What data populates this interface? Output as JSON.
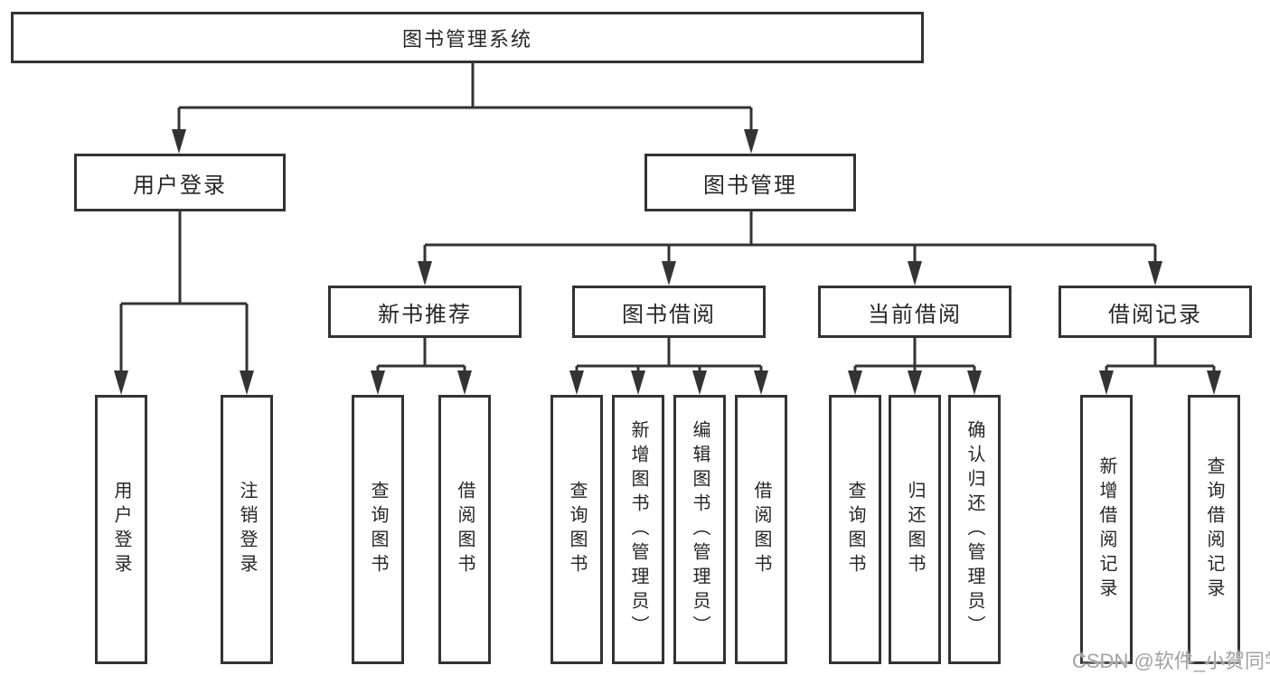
{
  "colors": {
    "line": "#333333",
    "border": "#333333",
    "text": "#262626",
    "background": "#ffffff",
    "watermark_text": "#a3a3a3"
  },
  "watermark": {
    "text": "CSDN @软件_小贺同学"
  },
  "tree": {
    "root": {
      "label": "图书管理系统"
    },
    "level2": [
      {
        "label": "用户登录"
      },
      {
        "label": "图书管理"
      }
    ],
    "level3": [
      {
        "label": "新书推荐"
      },
      {
        "label": "图书借阅"
      },
      {
        "label": "当前借阅"
      },
      {
        "label": "借阅记录"
      }
    ],
    "leaf_groups": [
      {
        "parent": "用户登录",
        "items": [
          "用户登录",
          "注销登录"
        ]
      },
      {
        "parent": "新书推荐",
        "items": [
          "查询图书",
          "借阅图书"
        ]
      },
      {
        "parent": "图书借阅",
        "items": [
          "查询图书",
          "新增图书（管理员）",
          "编辑图书（管理员）",
          "借阅图书"
        ]
      },
      {
        "parent": "当前借阅",
        "items": [
          "查询图书",
          "归还图书",
          "确认归还（管理员）"
        ]
      },
      {
        "parent": "借阅记录",
        "items": [
          "新增借阅记录",
          "查询借阅记录"
        ]
      }
    ]
  }
}
